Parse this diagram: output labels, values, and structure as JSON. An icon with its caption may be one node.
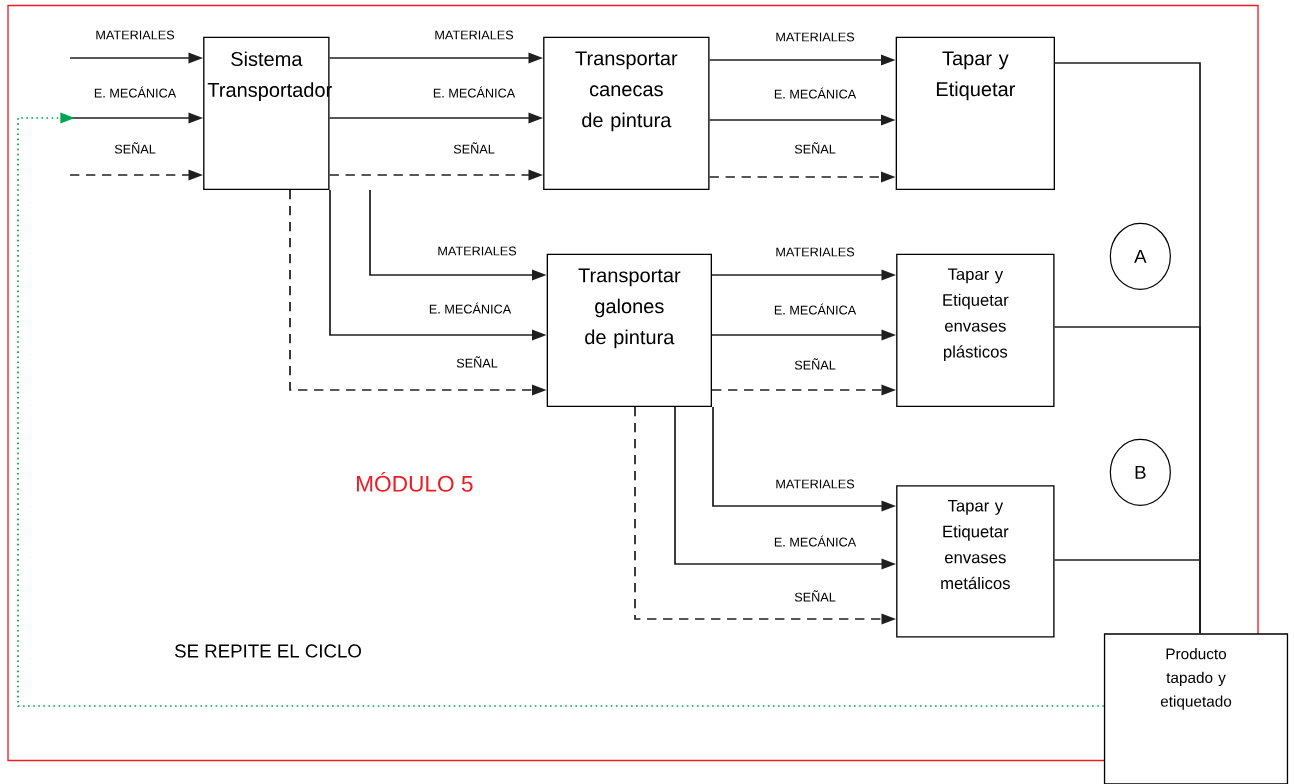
{
  "diagram": {
    "nodes": [
      {
        "text": [
          "MÓDULO 5"
        ]
      },
      {
        "text": [
          "Sistema Transportador"
        ],
        "in": 0
      },
      {
        "text": [
          "Transportar canecas de pintura"
        ],
        "in": 0
      },
      {
        "text": [
          "Tapar y Etiquetar"
        ],
        "in": 0
      },
      {
        "text": [
          "Transportar galones de pintura"
        ],
        "in": 0
      },
      {
        "text": [
          "Tapar y Etiquetar envases plásticos"
        ],
        "in": 0
      },
      {
        "text": [
          "A"
        ],
        "in": 0
      },
      {
        "text": [
          "Tapar y Etiquetar envases metálicos"
        ],
        "in": 0
      },
      {
        "text": [
          "B"
        ],
        "in": 0
      },
      {
        "text": [
          "Producto tapado y etiquetado"
        ]
      }
    ],
    "edges": [
      {
        "from": null,
        "to": 1,
        "arrow": "to",
        "label": "MATERIALES"
      },
      {
        "from": null,
        "to": 1,
        "arrow": "to",
        "label": "E. MECÁNICA"
      },
      {
        "from": null,
        "to": 1,
        "arrow": "to",
        "label": "SEÑAL",
        "style": "dashed"
      },
      {
        "from": 1,
        "to": 2,
        "arrow": "to",
        "label": "MATERIALES"
      },
      {
        "from": 1,
        "to": 2,
        "arrow": "to",
        "label": "E. MECÁNICA"
      },
      {
        "from": 1,
        "to": 2,
        "arrow": "to",
        "label": "SEÑAL",
        "style": "dashed"
      },
      {
        "from": 2,
        "to": 3,
        "arrow": "to",
        "label": "MATERIALES"
      },
      {
        "from": 2,
        "to": 3,
        "arrow": "to",
        "label": "E. MECÁNICA"
      },
      {
        "from": 2,
        "to": 3,
        "arrow": "to",
        "label": "SEÑAL",
        "style": "dashed"
      },
      {
        "from": 1,
        "to": 4,
        "arrow": "to",
        "label": "MATERIALES"
      },
      {
        "from": 1,
        "to": 4,
        "arrow": "to",
        "label": "E. MECÁNICA"
      },
      {
        "from": 1,
        "to": 4,
        "arrow": "to",
        "label": "SEÑAL",
        "style": "dashed"
      },
      {
        "from": 4,
        "to": 5,
        "arrow": "to",
        "label": "MATERIALES"
      },
      {
        "from": 4,
        "to": 5,
        "arrow": "to",
        "label": "E. MECÁNICA"
      },
      {
        "from": 4,
        "to": 5,
        "arrow": "to",
        "label": "SEÑAL",
        "style": "dashed"
      },
      {
        "from": 4,
        "to": 7,
        "arrow": "to",
        "label": "MATERIALES"
      },
      {
        "from": 4,
        "to": 7,
        "arrow": "to",
        "label": "E. MECÁNICA"
      },
      {
        "from": 4,
        "to": 7,
        "arrow": "to",
        "label": "SEÑAL",
        "style": "dashed"
      },
      {
        "from": 3,
        "to": 9,
        "arrow": "none"
      },
      {
        "from": 5,
        "to": 9,
        "arrow": "none"
      },
      {
        "from": 7,
        "to": 9,
        "arrow": "none"
      },
      {
        "from": 9,
        "to": null,
        "arrow": "to",
        "style": "dashed",
        "color": "#00a651"
      }
    ],
    "labels": [
      "SE REPITE EL CICLO"
    ]
  }
}
